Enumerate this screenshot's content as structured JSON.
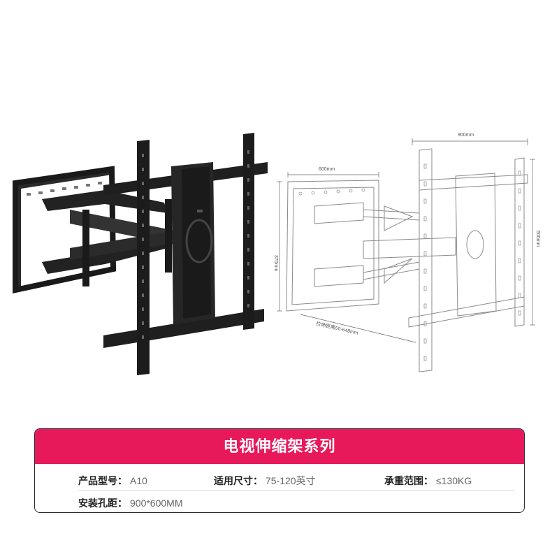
{
  "spec_card": {
    "title": "电视伸缩架系列",
    "specs": [
      {
        "label": "产品型号：",
        "value": "A10"
      },
      {
        "label": "适用尺寸：",
        "value": "75-120英寸"
      },
      {
        "label": "承重范围：",
        "value": "≤130KG"
      },
      {
        "label": "安装孔距：",
        "value": "900*600MM"
      }
    ]
  },
  "drawing": {
    "width_total": "900mm",
    "width_inner": "600mm",
    "height_left": "370mm",
    "height_right": "600mm",
    "extension": "拉伸距离50-648mm"
  },
  "colors": {
    "header": "#e8195a",
    "metal": "#1c1c1c",
    "line": "#888888"
  }
}
